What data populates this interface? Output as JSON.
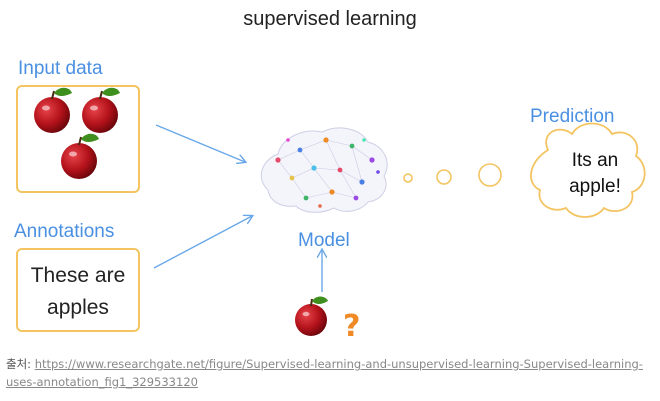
{
  "title": "supervised learning",
  "labels": {
    "input_data": "Input data",
    "annotations": "Annotations",
    "model": "Model",
    "prediction": "Prediction"
  },
  "annotation_box": {
    "lines": [
      "These are",
      "apples"
    ]
  },
  "prediction_bubble": {
    "lines": [
      "Its an",
      "apple!"
    ]
  },
  "question_mark": "?",
  "source": {
    "prefix": "출처: ",
    "link_text": "https://www.researchgate.net/figure/Supervised-learning-and-unsupervised-learning-Supervised-learning-uses-annotation_fig1_329533120"
  },
  "colors": {
    "label_blue": "#4a90e2",
    "frame_orange": "#f3c461",
    "arrow_blue": "#6aa8e8",
    "apple_red": "#b3121a",
    "leaf_green": "#3f8f1f",
    "question_orange": "#f08a24"
  }
}
